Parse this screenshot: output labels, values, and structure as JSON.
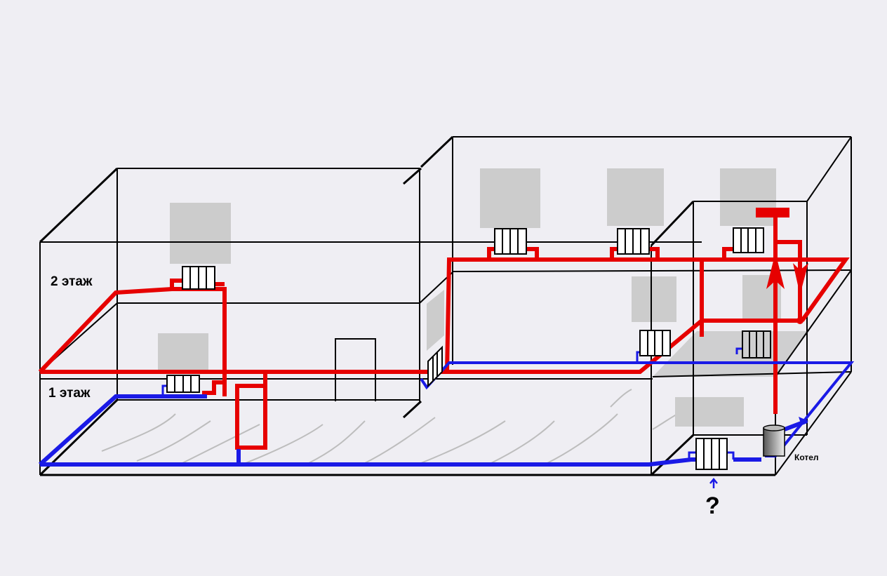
{
  "labels": {
    "floor2": "2 этаж",
    "floor1": "1 этаж",
    "boiler": "Котел",
    "question": "?"
  },
  "colors": {
    "supply_pipe": "#e60000",
    "return_pipe": "#1a1ae6",
    "window": "#cccccc",
    "background": "#efeef3"
  }
}
